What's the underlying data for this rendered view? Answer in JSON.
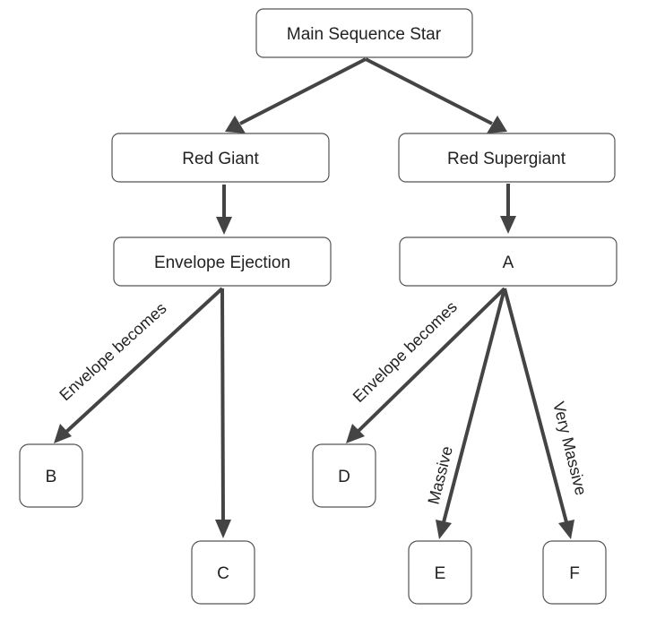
{
  "nodes": {
    "main_sequence": "Main Sequence Star",
    "red_giant": "Red Giant",
    "red_supergiant": "Red Supergiant",
    "envelope_ejection": "Envelope Ejection",
    "a": "A",
    "b": "B",
    "c": "C",
    "d": "D",
    "e": "E",
    "f": "F"
  },
  "edge_labels": {
    "ejection_to_b": "Envelope becomes",
    "a_to_d": "Envelope becomes",
    "a_to_e": "Massive",
    "a_to_f": "Very Massive"
  },
  "colors": {
    "arrow": "#444444",
    "node_border": "#555555",
    "text": "#222222"
  }
}
